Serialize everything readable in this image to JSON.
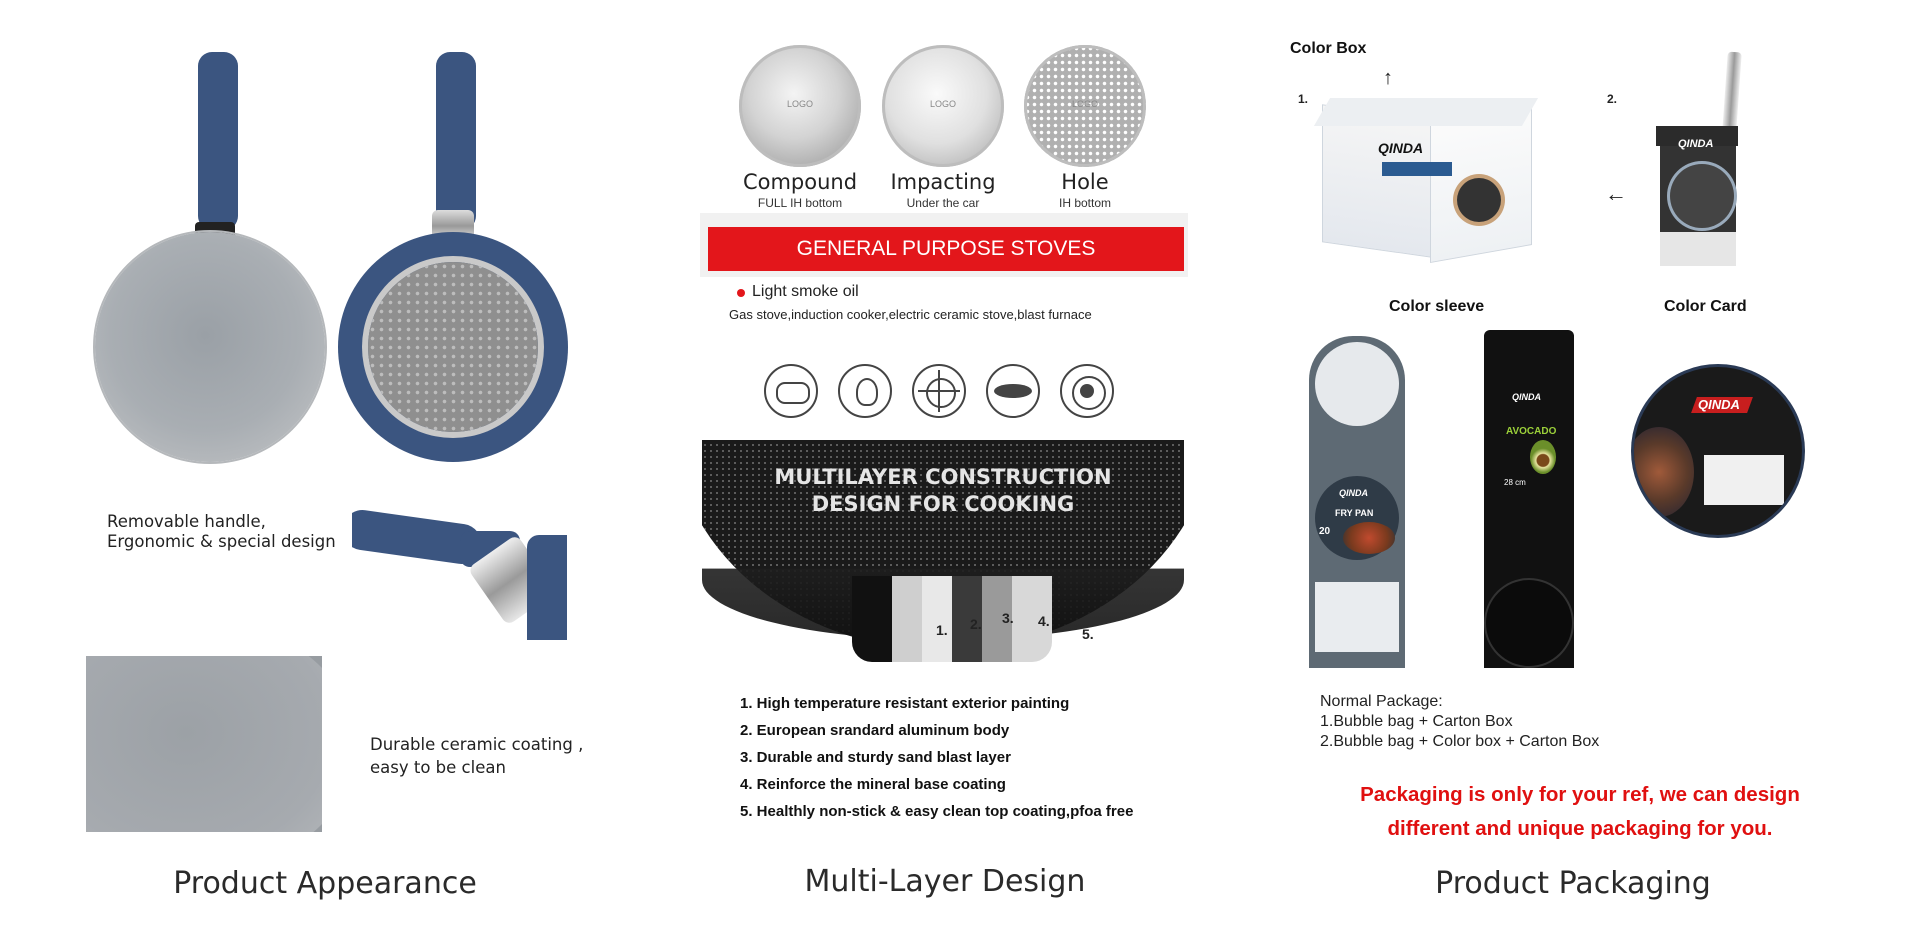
{
  "sections": {
    "appearance": {
      "caption": "Product Appearance",
      "handle_text": [
        "Removable handle,",
        "Ergonomic & special design"
      ],
      "coating_text": [
        "Durable ceramic coating ,",
        "easy to be clean"
      ]
    },
    "multilayer": {
      "caption": "Multi-Layer Design",
      "bottoms": [
        {
          "title": "Compound",
          "sub": "FULL IH bottom",
          "logo": "LOGO"
        },
        {
          "title": "Impacting",
          "sub": "Under the car",
          "logo": "LOGO"
        },
        {
          "title": "Hole",
          "sub": "IH bottom",
          "logo": "LOGO"
        }
      ],
      "stoves_banner": "GENERAL PURPOSE STOVES",
      "smoke": "Light smoke oil",
      "stove_list": "Gas stove,induction cooker,electric ceramic stove,blast furnace",
      "construction_title": [
        "MULTILAYER CONSTRUCTION",
        "DESIGN FOR COOKING"
      ],
      "layer_numbers": [
        "1.",
        "2.",
        "3.",
        "4.",
        "5."
      ],
      "layers": [
        "1. High temperature resistant exterior painting",
        "2. European srandard aluminum body",
        "3. Durable and sturdy sand blast layer",
        "4. Reinforce the mineral base coating",
        "5. Healthly non-stick & easy clean top coating,pfoa free"
      ]
    },
    "packaging": {
      "caption": "Product Packaging",
      "color_box": "Color Box",
      "num1": "1.",
      "num2": "2.",
      "color_sleeve": "Color sleeve",
      "color_card": "Color Card",
      "brand": "QINDA",
      "sleeve_fry": "FRY PAN",
      "sleeve_size": "20",
      "sleeve_avocado": "AVOCADO",
      "sleeve_size2": "28 cm",
      "normal_title": "Normal Package:",
      "normal_lines": [
        "1.Bubble bag + Carton Box",
        "2.Bubble bag + Color box + Carton Box"
      ],
      "notice": [
        "Packaging is only for your ref, we can design",
        "different and unique packaging for you."
      ]
    }
  },
  "colors": {
    "pan_blue": "#3b5580",
    "ceramic_grey": "#a9adb2",
    "banner_red": "#e3161b",
    "notice_red": "#e01010"
  }
}
